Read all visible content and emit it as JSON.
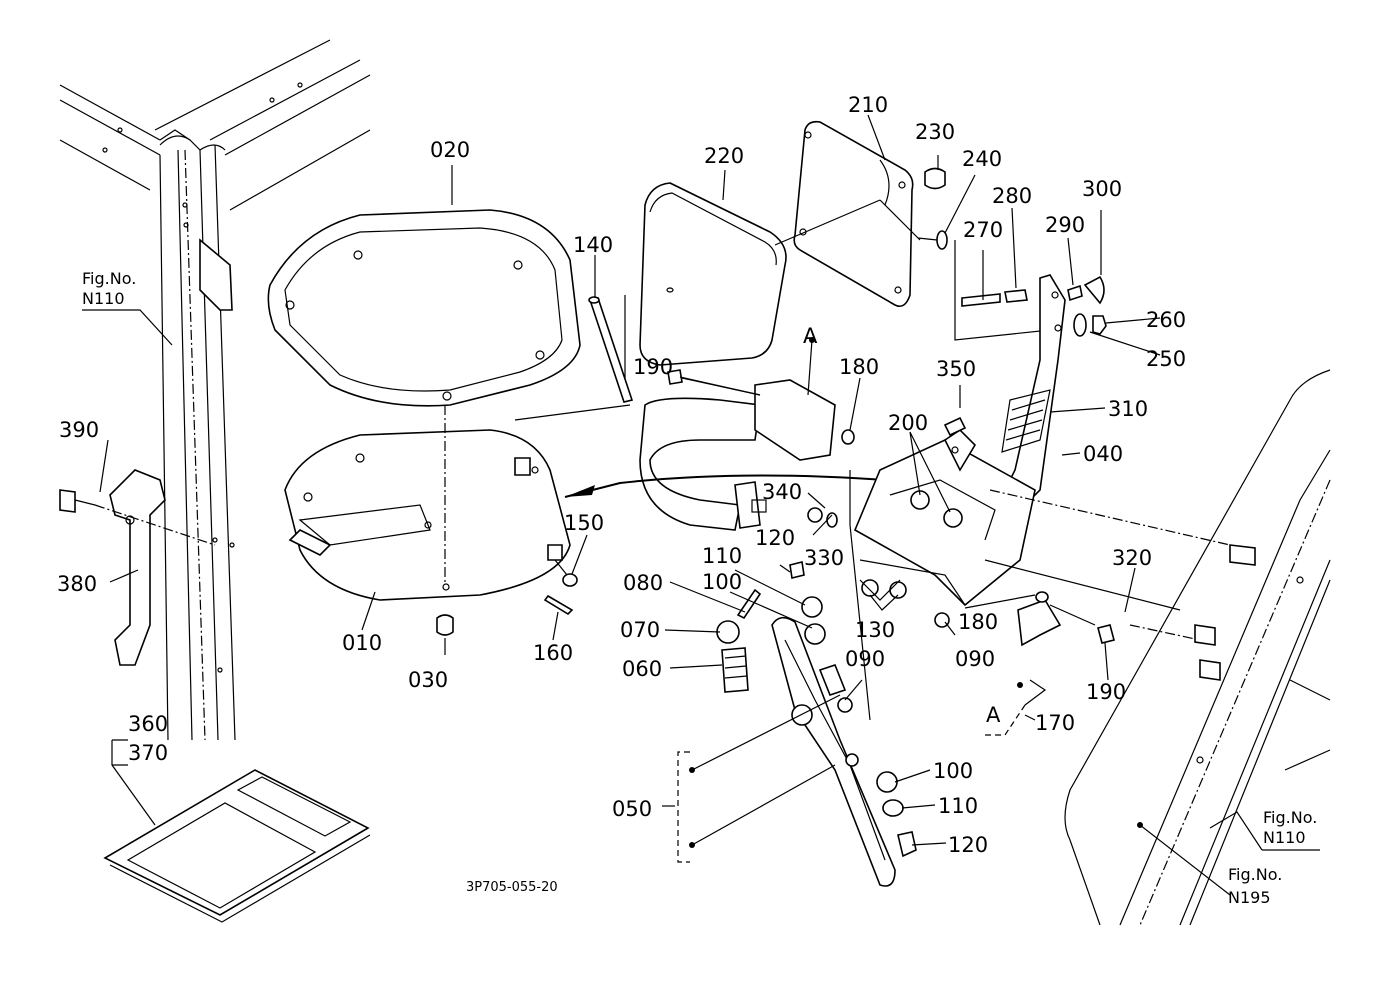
{
  "drawing": {
    "title": "Seat and seat belt parts diagram",
    "drawing_code": "3P705-055-20",
    "part_labels": [
      {
        "id": "020",
        "text": "020"
      },
      {
        "id": "140",
        "text": "140"
      },
      {
        "id": "220",
        "text": "220"
      },
      {
        "id": "210",
        "text": "210"
      },
      {
        "id": "230",
        "text": "230"
      },
      {
        "id": "240",
        "text": "240"
      },
      {
        "id": "280",
        "text": "280"
      },
      {
        "id": "300",
        "text": "300"
      },
      {
        "id": "270",
        "text": "270"
      },
      {
        "id": "290",
        "text": "290"
      },
      {
        "id": "260",
        "text": "260"
      },
      {
        "id": "250",
        "text": "250"
      },
      {
        "id": "190a",
        "text": "190"
      },
      {
        "id": "A1",
        "text": "A"
      },
      {
        "id": "180a",
        "text": "180"
      },
      {
        "id": "350",
        "text": "350"
      },
      {
        "id": "310",
        "text": "310"
      },
      {
        "id": "200",
        "text": "200"
      },
      {
        "id": "040",
        "text": "040"
      },
      {
        "id": "390",
        "text": "390"
      },
      {
        "id": "380",
        "text": "380"
      },
      {
        "id": "340",
        "text": "340"
      },
      {
        "id": "150",
        "text": "150"
      },
      {
        "id": "120a",
        "text": "120"
      },
      {
        "id": "110a",
        "text": "110"
      },
      {
        "id": "330",
        "text": "330"
      },
      {
        "id": "080",
        "text": "080"
      },
      {
        "id": "100a",
        "text": "100"
      },
      {
        "id": "320",
        "text": "320"
      },
      {
        "id": "070",
        "text": "070"
      },
      {
        "id": "010",
        "text": "010"
      },
      {
        "id": "160",
        "text": "160"
      },
      {
        "id": "130",
        "text": "130"
      },
      {
        "id": "180b",
        "text": "180"
      },
      {
        "id": "060",
        "text": "060"
      },
      {
        "id": "090a",
        "text": "090"
      },
      {
        "id": "090b",
        "text": "090"
      },
      {
        "id": "030",
        "text": "030"
      },
      {
        "id": "190b",
        "text": "190"
      },
      {
        "id": "A2",
        "text": "A"
      },
      {
        "id": "170",
        "text": "170"
      },
      {
        "id": "360",
        "text": "360"
      },
      {
        "id": "370",
        "text": "370"
      },
      {
        "id": "100b",
        "text": "100"
      },
      {
        "id": "110b",
        "text": "110"
      },
      {
        "id": "050",
        "text": "050"
      },
      {
        "id": "120b",
        "text": "120"
      }
    ],
    "figure_refs": [
      {
        "line1": "Fig.No.",
        "line2": "N110"
      },
      {
        "line1": "Fig.No.",
        "line2": "N110"
      },
      {
        "line1": "Fig.No.",
        "line2": "N195"
      }
    ]
  }
}
